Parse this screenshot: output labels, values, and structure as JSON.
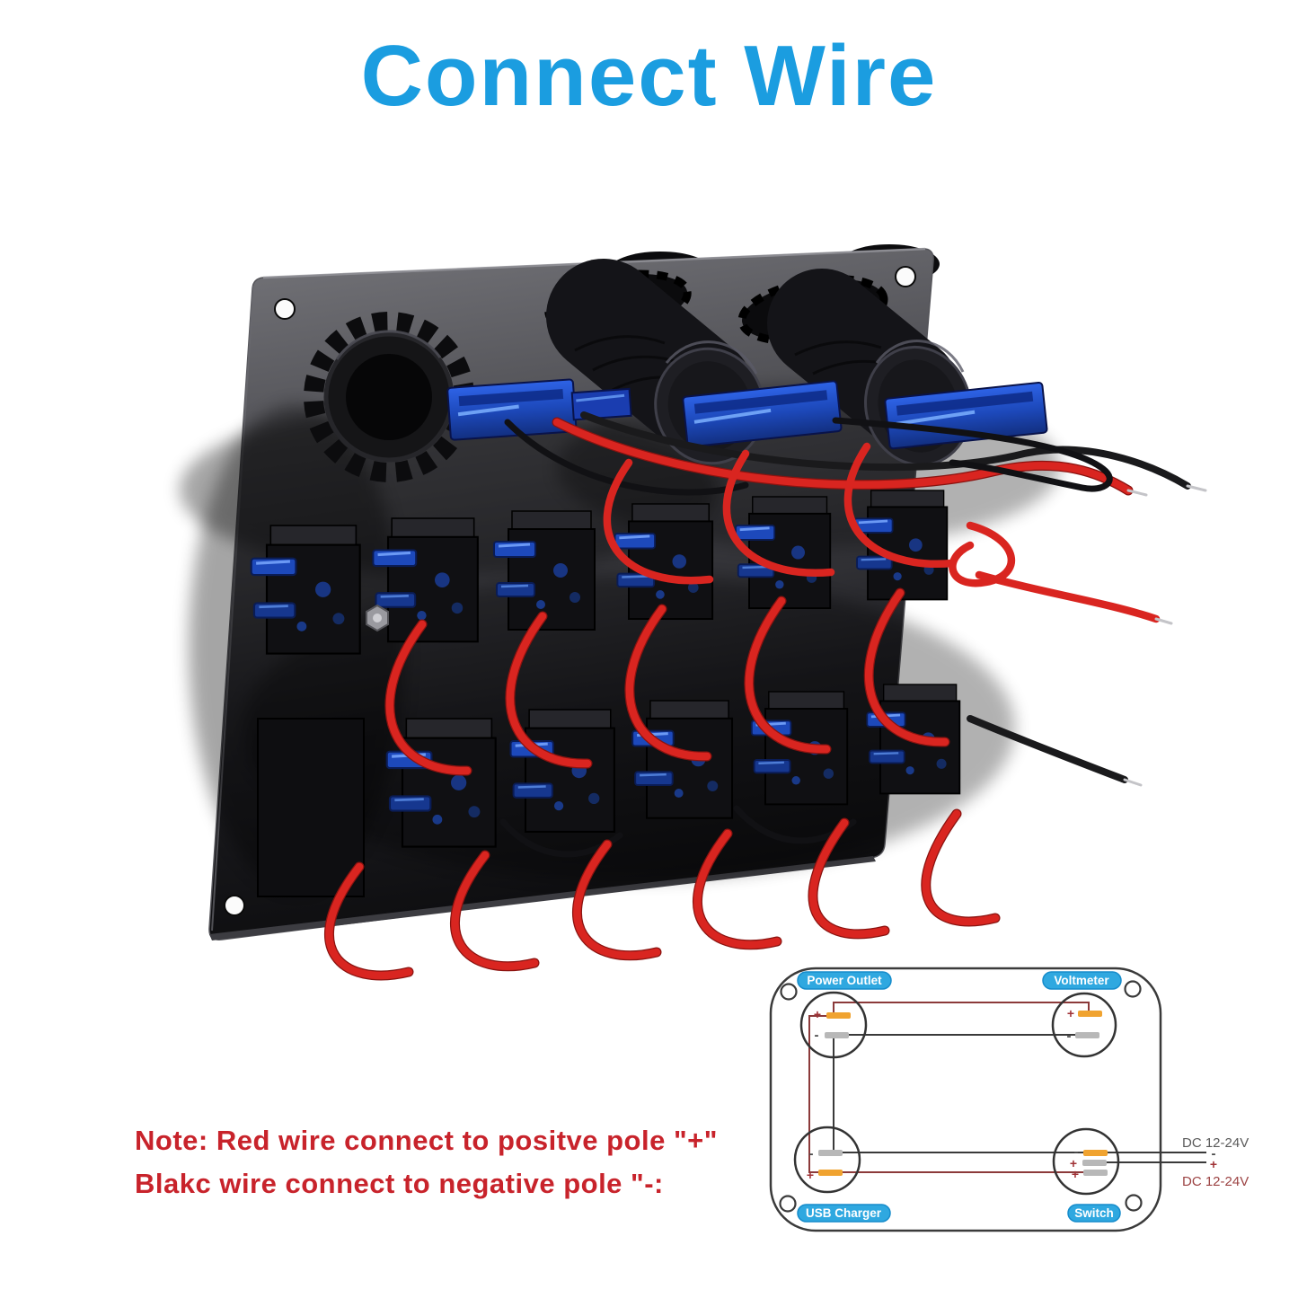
{
  "title": {
    "text": "Connect Wire",
    "color": "#1b9de0"
  },
  "photo": {
    "description": "Rear view of black 8-gang switch panel: power outlet socket, two round charger/voltmeter sockets and two rows of rocker switches jumpered with red and black wires",
    "panel_color": "#2a2a2e",
    "wire_red": "#d92520",
    "wire_black": "#191919",
    "connector_blue": "#1d49bb"
  },
  "note": {
    "line1": "Note: Red wire connect to positve pole \"+\"",
    "line2": "Blakc wire connect to negative pole \"-:",
    "color": "#c8232b"
  },
  "diagram": {
    "labels": {
      "power_outlet": "Power Outlet",
      "voltmeter": "Voltmeter",
      "usb_charger": "USB Charger",
      "switch": "Switch"
    },
    "plus": "+",
    "minus": "-",
    "dc_rating_top": "DC 12-24V",
    "dc_rating_bottom": "DC 12-24V",
    "label_bg": "#2fa8e0",
    "positive_wire_color": "#8c3a3a",
    "negative_wire_color": "#3a3a3a",
    "terminal_positive_color": "#f0a330",
    "terminal_neutral_color": "#b8b8b8"
  }
}
